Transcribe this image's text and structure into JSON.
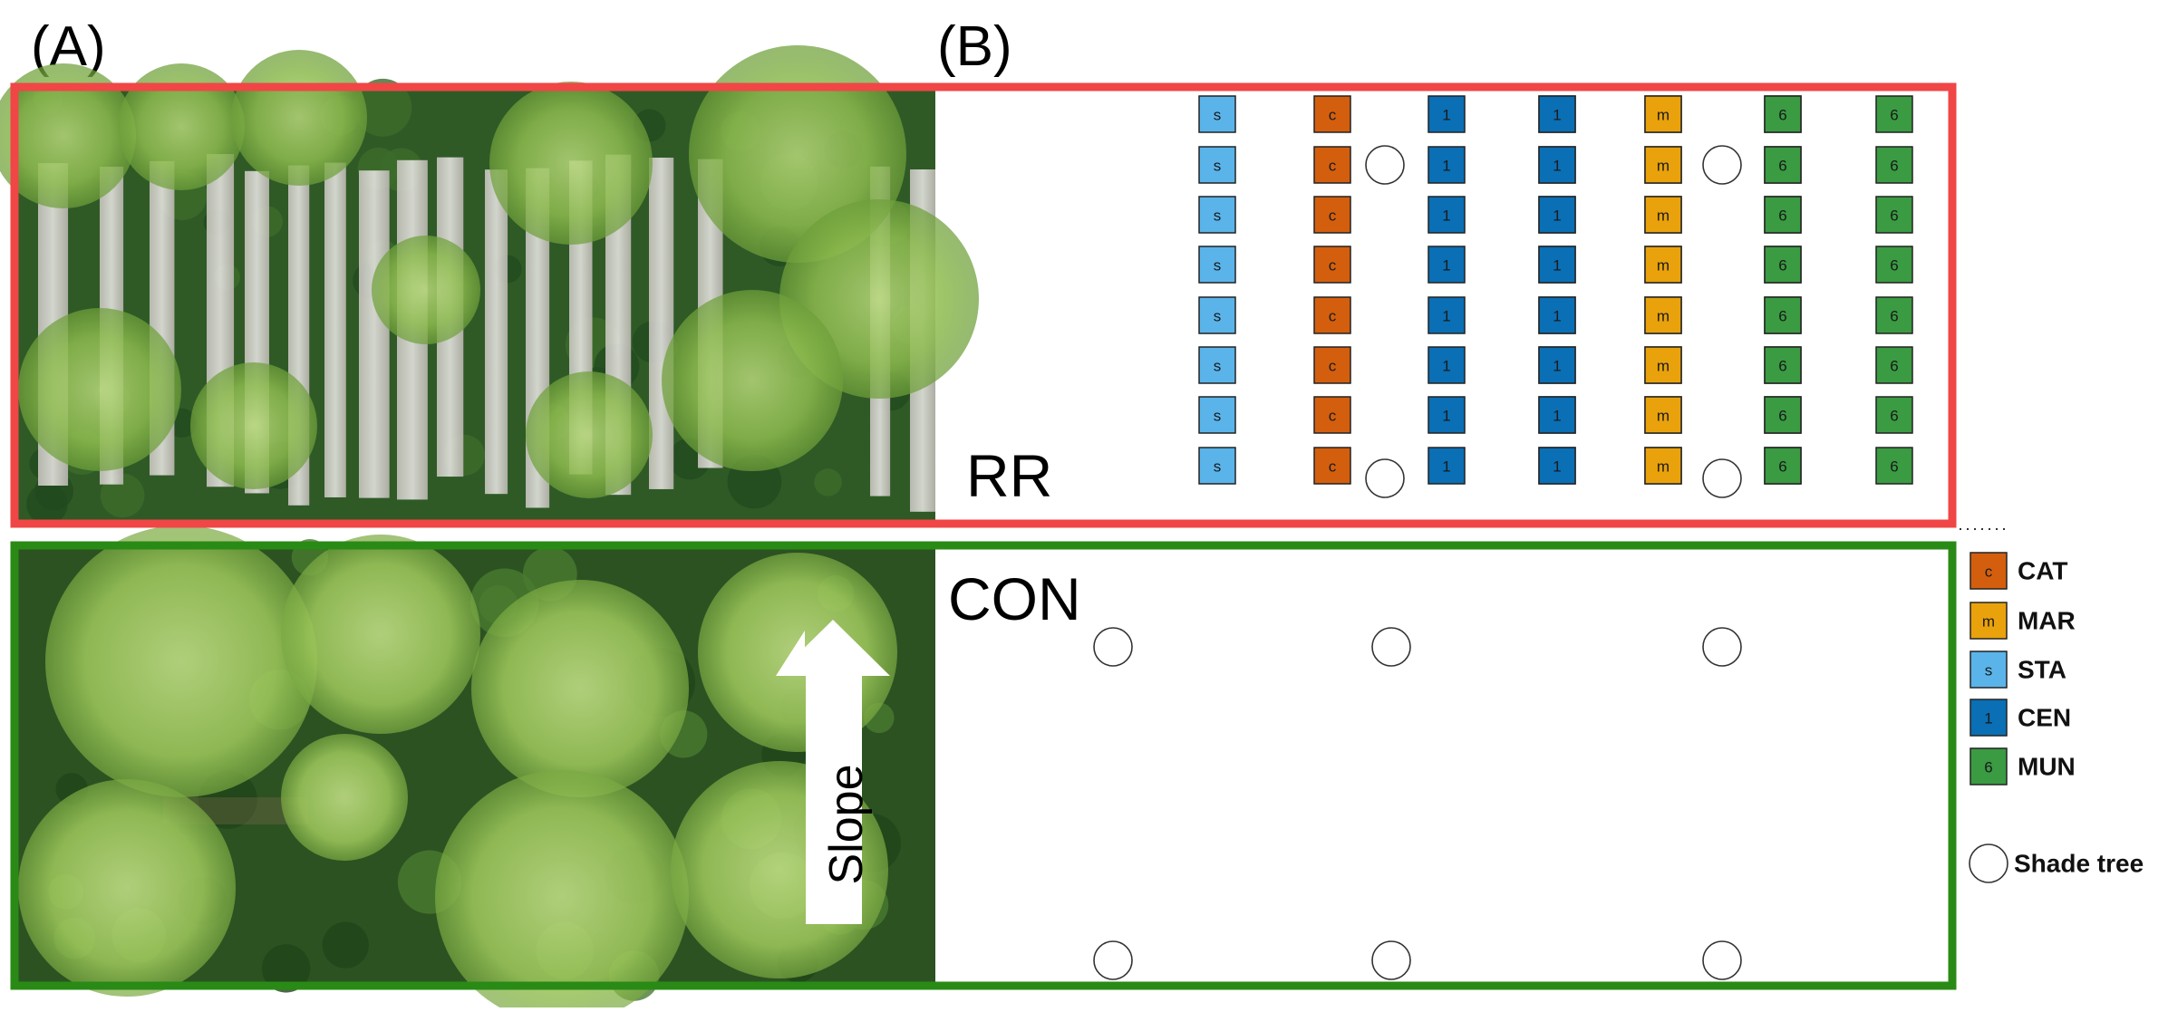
{
  "panels": {
    "a": "(A)",
    "b": "(B)"
  },
  "sections": {
    "rr": {
      "label": "RR",
      "color": "#f04646"
    },
    "con": {
      "label": "CON",
      "color": "#2a8a16"
    }
  },
  "slope_label": "Slope",
  "cultivars": [
    {
      "code": "CAT",
      "letter": "c",
      "color": "#d35f0e"
    },
    {
      "code": "MAR",
      "letter": "m",
      "color": "#e9a20c"
    },
    {
      "code": "STA",
      "letter": "s",
      "color": "#5ab4ea"
    },
    {
      "code": "CEN",
      "letter": "1",
      "color": "#0a6fb4"
    },
    {
      "code": "MUN",
      "letter": "6",
      "color": "#3a9b42"
    }
  ],
  "legend": {
    "shade_tree": "Shade tree"
  },
  "layout": {
    "rr_columns": [
      "CEN",
      "MAR",
      "STA",
      "CAT",
      "MUN"
    ],
    "con_columns": [
      "STA",
      "CAT",
      "CEN",
      "MAR",
      "MUN"
    ]
  }
}
